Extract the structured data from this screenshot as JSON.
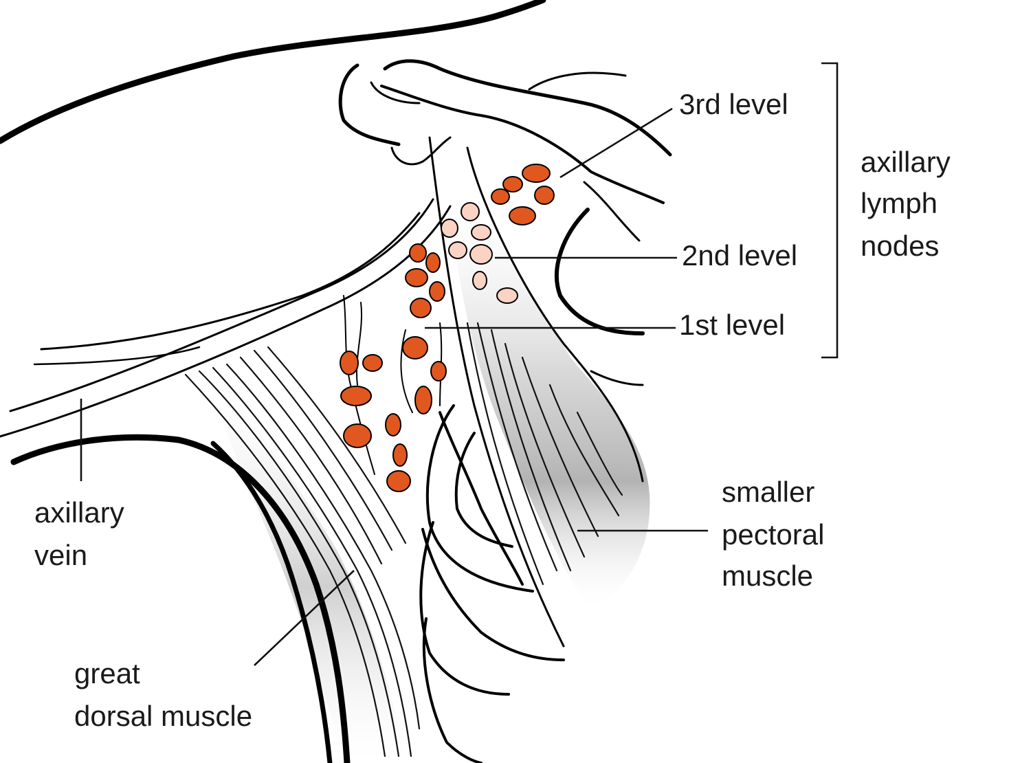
{
  "labels": {
    "level3": "3rd level",
    "level2": "2nd level",
    "level1": "1st level",
    "bracket_line1": "axillary",
    "bracket_line2": "lymph",
    "bracket_line3": "nodes",
    "vein_line1": "axillary",
    "vein_line2": "vein",
    "dorsal_line1": "great",
    "dorsal_line2": "dorsal muscle",
    "pectoral_line1": "smaller",
    "pectoral_line2": "pectoral",
    "pectoral_line3": "muscle"
  },
  "colors": {
    "node_dark": "#e0581f",
    "node_light": "#fbd3c4",
    "outline": "#000000",
    "muscle_shade": "#9a9a9a"
  }
}
